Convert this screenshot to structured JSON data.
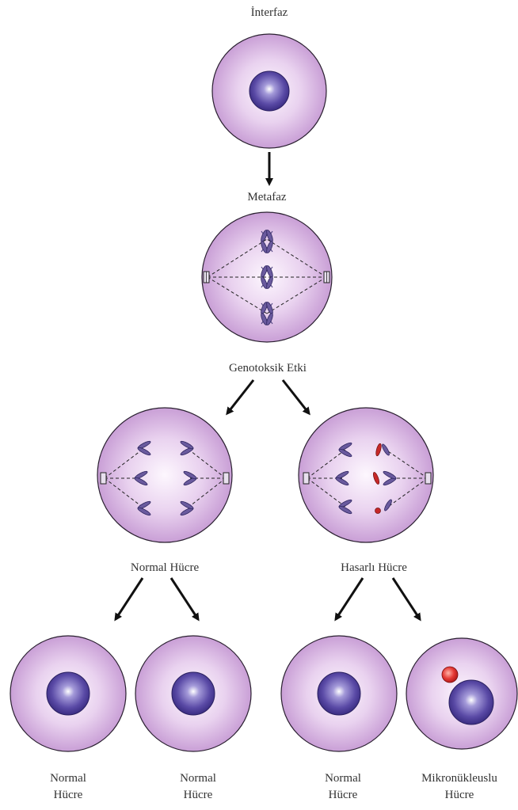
{
  "labels": {
    "interphase": "İnterfaz",
    "metaphase": "Metafaz",
    "genotoxic": "Genotoksik Etki",
    "normal_cell": "Normal Hücre",
    "damaged_cell": "Hasarlı  Hücre",
    "result_1_line1": "Normal",
    "result_1_line2": "Hücre",
    "result_2_line1": "Normal",
    "result_2_line2": "Hücre",
    "result_3_line1": "Normal",
    "result_3_line2": "Hücre",
    "result_4_line1": "Mikronükleuslu",
    "result_4_line2": "Hücre"
  },
  "colors": {
    "cell_edge": "#c99fd6",
    "cell_center": "#fbf3fd",
    "nucleus": "#4d3f9a",
    "chromosome": "#6a5a9e",
    "damaged_fragment": "#c62828",
    "micronucleus": "#e53935"
  }
}
